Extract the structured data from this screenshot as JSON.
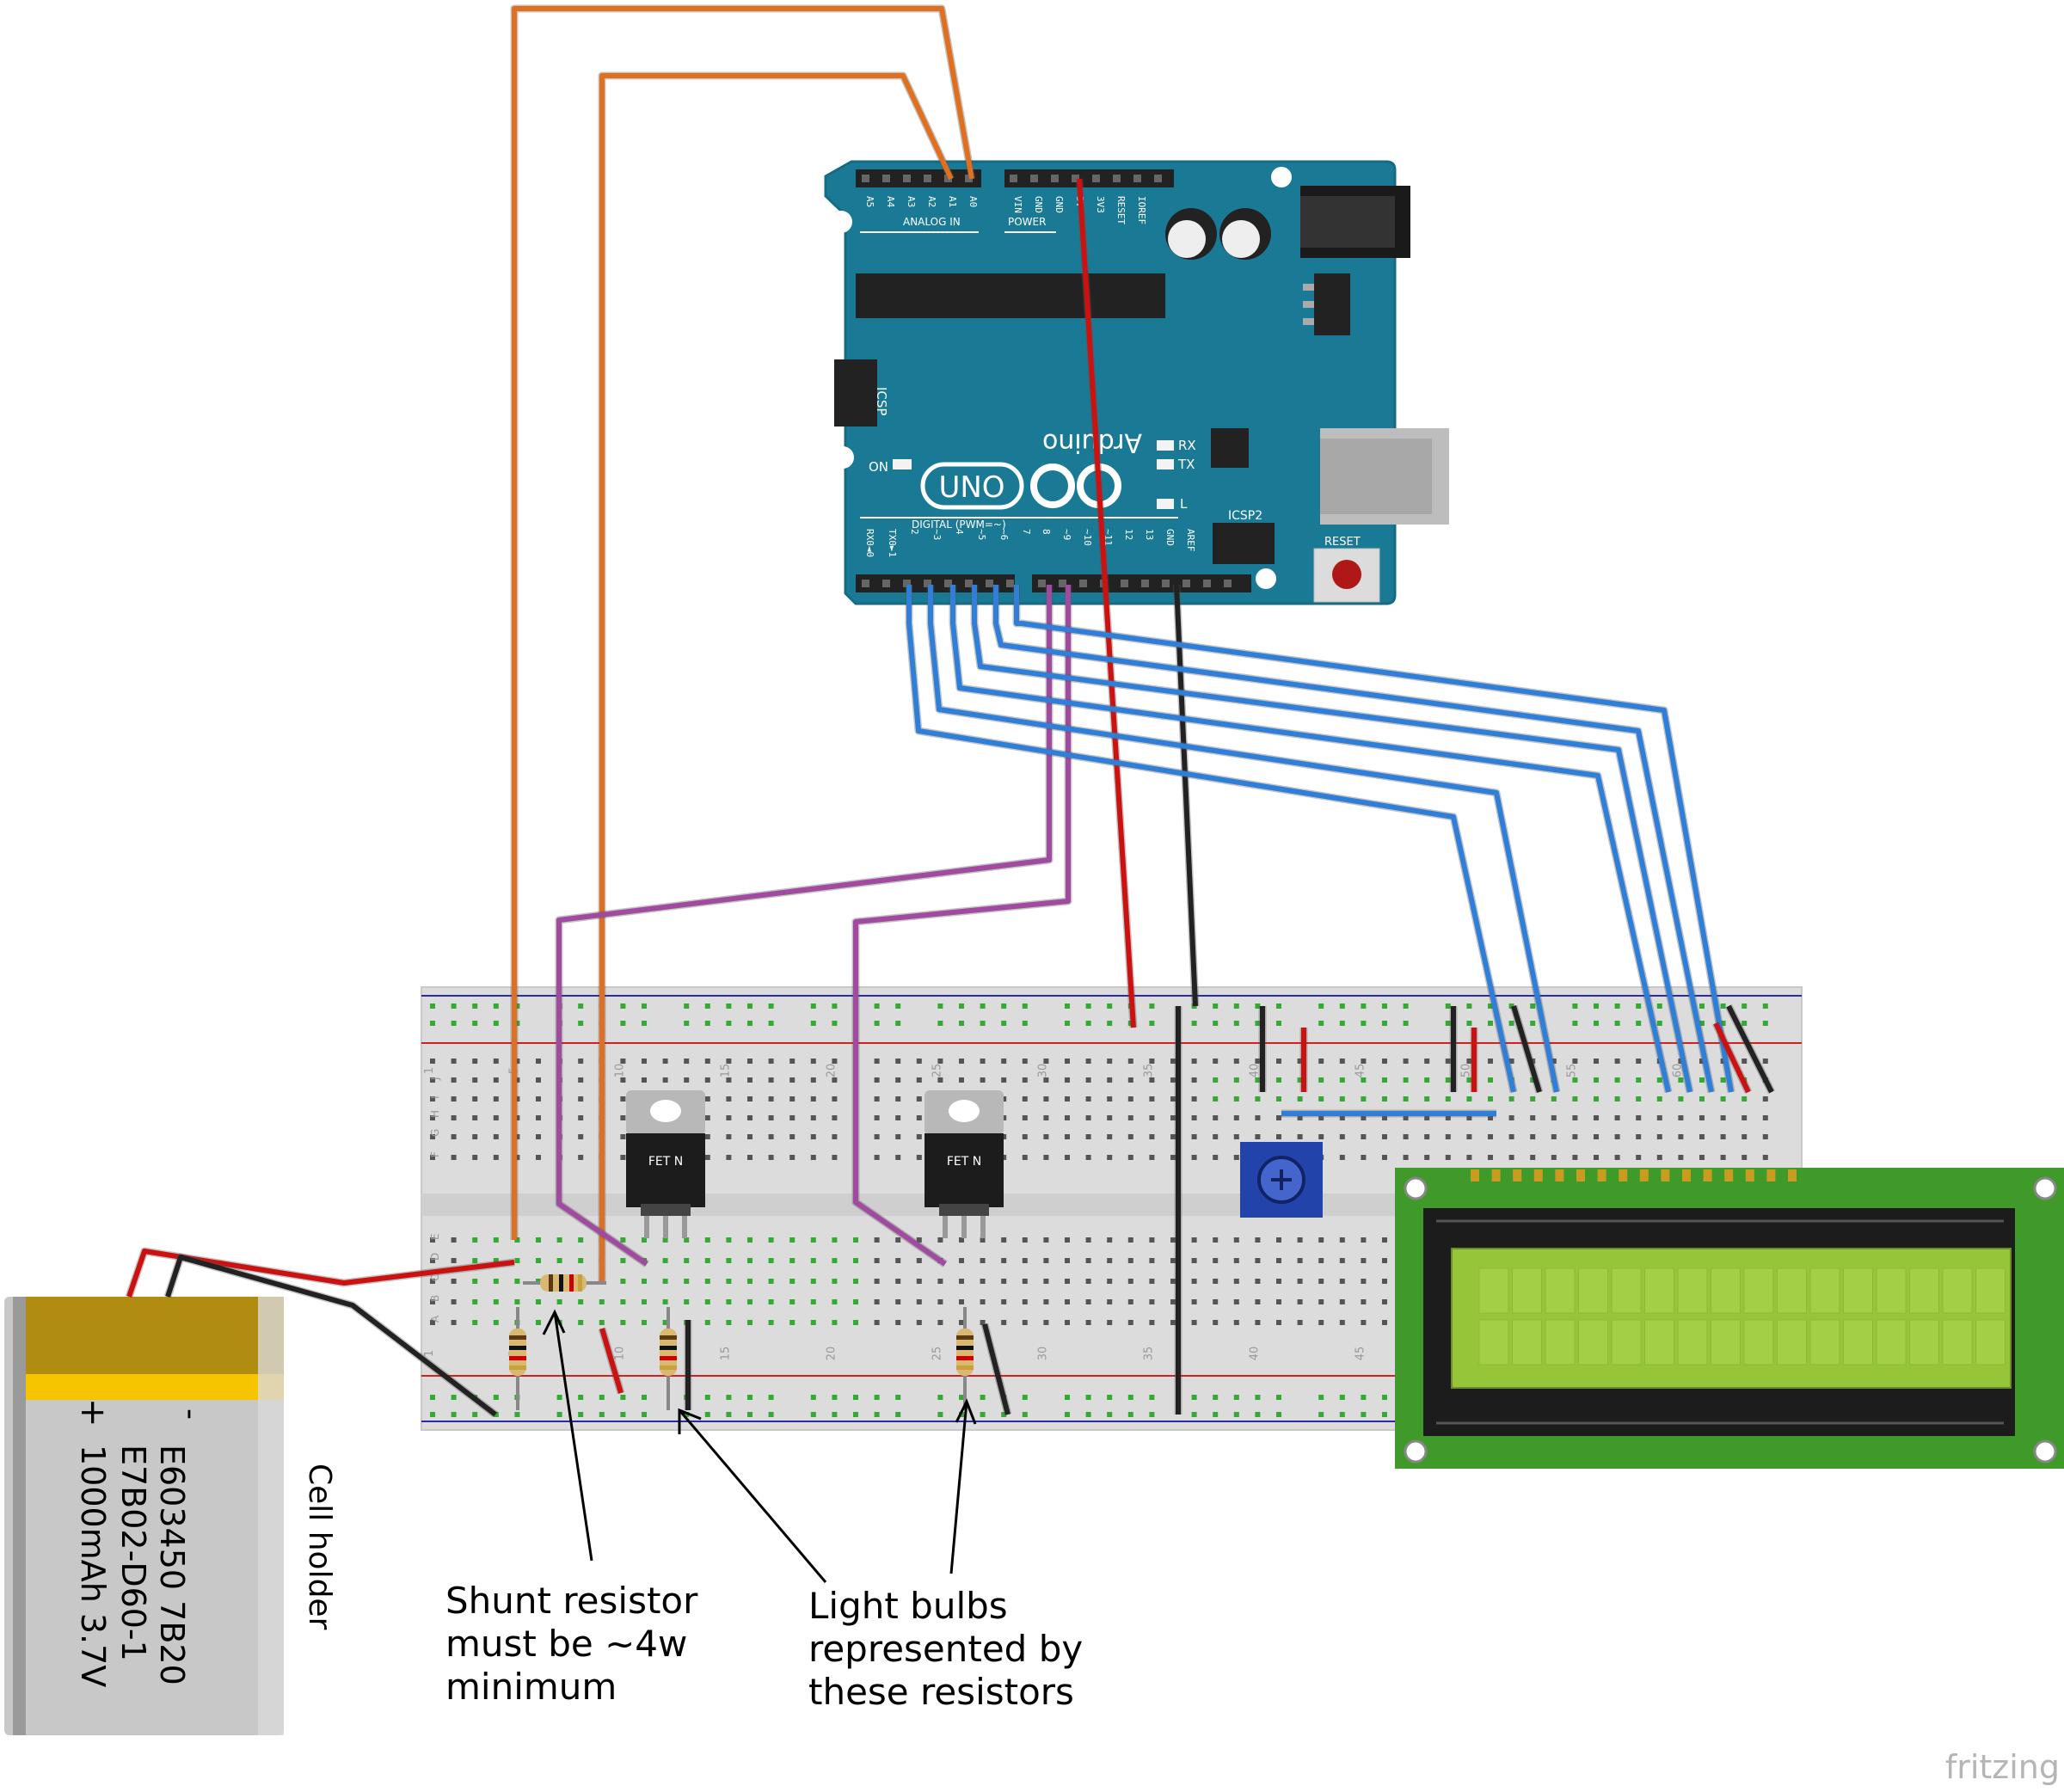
{
  "board": {
    "brand": "Arduino",
    "model": "UNO",
    "icsp_label": "ICSP",
    "icsp2_label": "ICSP2",
    "reset_label": "RESET",
    "on_label": "ON",
    "rx_label": "RX",
    "tx_label": "TX",
    "l_label": "L",
    "analog_header": "ANALOG IN",
    "power_header": "POWER",
    "digital_header": "DIGITAL (PWM=~)",
    "analog_pins": [
      "A5",
      "A4",
      "A3",
      "A2",
      "A1",
      "A0"
    ],
    "power_pins": [
      "VIN",
      "GND",
      "GND",
      "5V",
      "3V3",
      "RESET",
      "IOREF"
    ],
    "digital_pins": [
      "RX0◄0",
      "TX0►1",
      "2",
      "~3",
      "4",
      "~5",
      "~6",
      "7",
      "8",
      "~9",
      "~10",
      "~11",
      "12",
      "13",
      "GND",
      "AREF"
    ]
  },
  "mosfet_label": "FET N",
  "battery": {
    "minus": "-",
    "plus": "+",
    "line1": "E603450 7B20",
    "line2": "E7B02-D60-1",
    "line3": "1000mAh 3.7V"
  },
  "annotations": {
    "cell_holder": "Cell holder",
    "shunt": [
      "Shunt resistor",
      "must be ~4w",
      "minimum"
    ],
    "bulbs": [
      "Light bulbs",
      "represented by",
      "these resistors"
    ]
  },
  "breadboard": {
    "numbers": [
      "1",
      "5",
      "10",
      "15",
      "20",
      "25",
      "30",
      "35",
      "40",
      "45",
      "50",
      "55",
      "60"
    ],
    "rows_top": [
      "J",
      "I",
      "H",
      "G",
      "F"
    ],
    "rows_bottom": [
      "E",
      "D",
      "C",
      "B",
      "A"
    ]
  },
  "watermark": "fritzing",
  "colors": {
    "arduino": "#1a7a96",
    "wire_orange": "#e07020",
    "wire_purple": "#a04aa0",
    "wire_blue": "#2f7ed8",
    "wire_red": "#cc1111",
    "wire_black": "#222222",
    "lcd_green": "#3f9a2a",
    "lcd_screen": "#96c53a"
  }
}
